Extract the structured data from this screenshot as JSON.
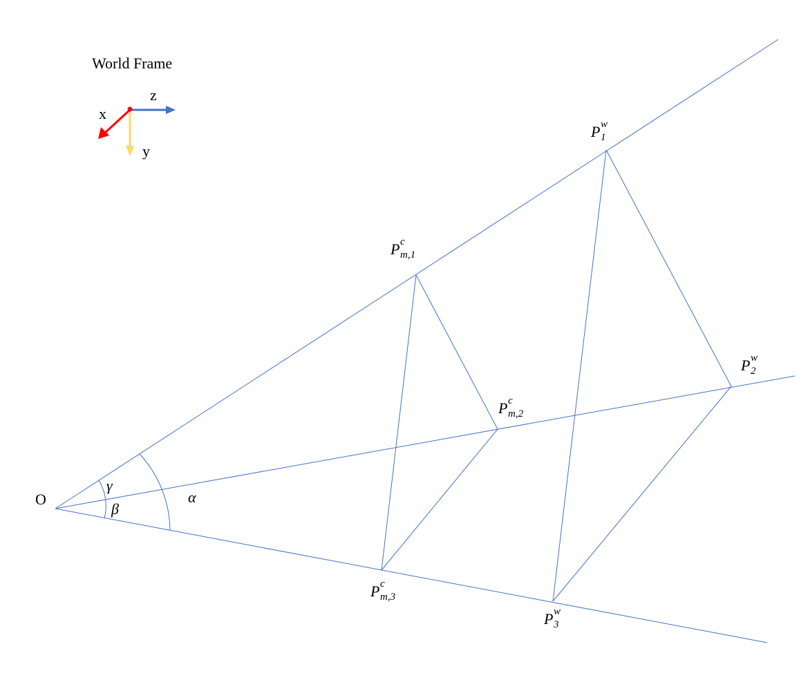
{
  "title": "World Frame",
  "axes": {
    "x": "x",
    "y": "y",
    "z": "z"
  },
  "axis_colors": {
    "x": "#ff0000",
    "y": "#ffd966",
    "z": "#4472c4"
  },
  "line_color": "#4472c4",
  "origin": "O",
  "angles": {
    "alpha": "α",
    "beta": "β",
    "gamma": "γ"
  },
  "points": {
    "pm1": {
      "base": "P",
      "sup": "c",
      "sub": "m,1"
    },
    "pm2": {
      "base": "P",
      "sup": "c",
      "sub": "m,2"
    },
    "pm3": {
      "base": "P",
      "sup": "c",
      "sub": "m,3"
    },
    "p1": {
      "base": "P",
      "sup": "w",
      "sub": "1"
    },
    "p2": {
      "base": "P",
      "sup": "w",
      "sub": "2"
    },
    "p3": {
      "base": "P",
      "sup": "w",
      "sub": "3"
    }
  }
}
